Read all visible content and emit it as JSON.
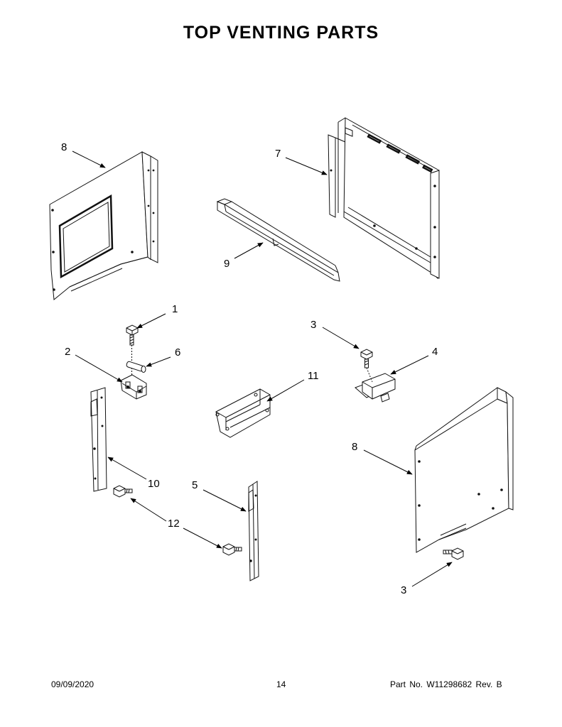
{
  "title": "TOP VENTING PARTS",
  "footer": {
    "date": "09/09/2020",
    "page": "14",
    "part_number": "Part No.  W11298682  Rev.  B"
  },
  "callouts": {
    "c1": "1",
    "c2": "2",
    "c3a": "3",
    "c3b": "3",
    "c4": "4",
    "c5": "5",
    "c6": "6",
    "c7": "7",
    "c8a": "8",
    "c8b": "8",
    "c9": "9",
    "c10": "10",
    "c11": "11",
    "c12": "12"
  }
}
